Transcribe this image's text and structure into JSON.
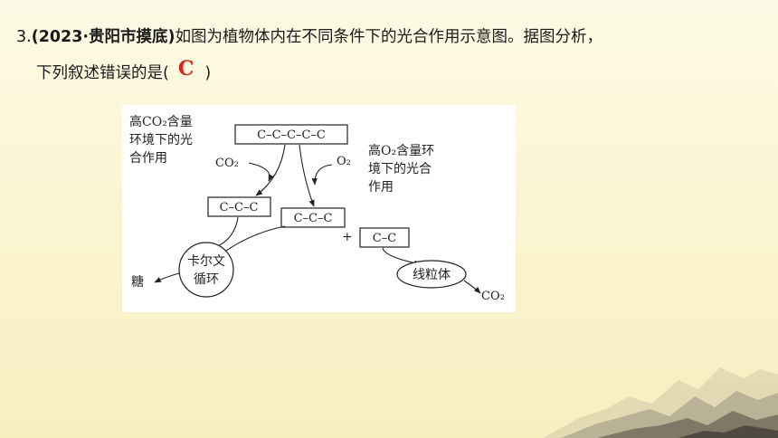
{
  "question": {
    "number": "3.",
    "source": "(2023·贵阳市摸底)",
    "line1_text": "如图为植物体内在不同条件下的光合作用示意图。据图分析，",
    "line2_text": "下列叙述错误的是(",
    "answer": "C",
    "close_paren": ")"
  },
  "diagram": {
    "high_co2_label": [
      "高CO₂含量",
      "环境下的光",
      "合作用"
    ],
    "high_o2_label": [
      "高O₂含量环",
      "境下的光合",
      "作用"
    ],
    "c5": "C–C–C–C–C",
    "c3_left": "C–C–C",
    "c3_right": "C–C–C",
    "c2": "C–C",
    "co2_in": "CO₂",
    "o2_in": "O₂",
    "plus": "+",
    "calvin_cycle": [
      "卡尔文",
      "循环"
    ],
    "sugar": "糖",
    "mitochondria": "线粒体",
    "co2_out": "CO₂"
  },
  "colors": {
    "answer": "#d42a20",
    "text": "#1a1a1a"
  }
}
